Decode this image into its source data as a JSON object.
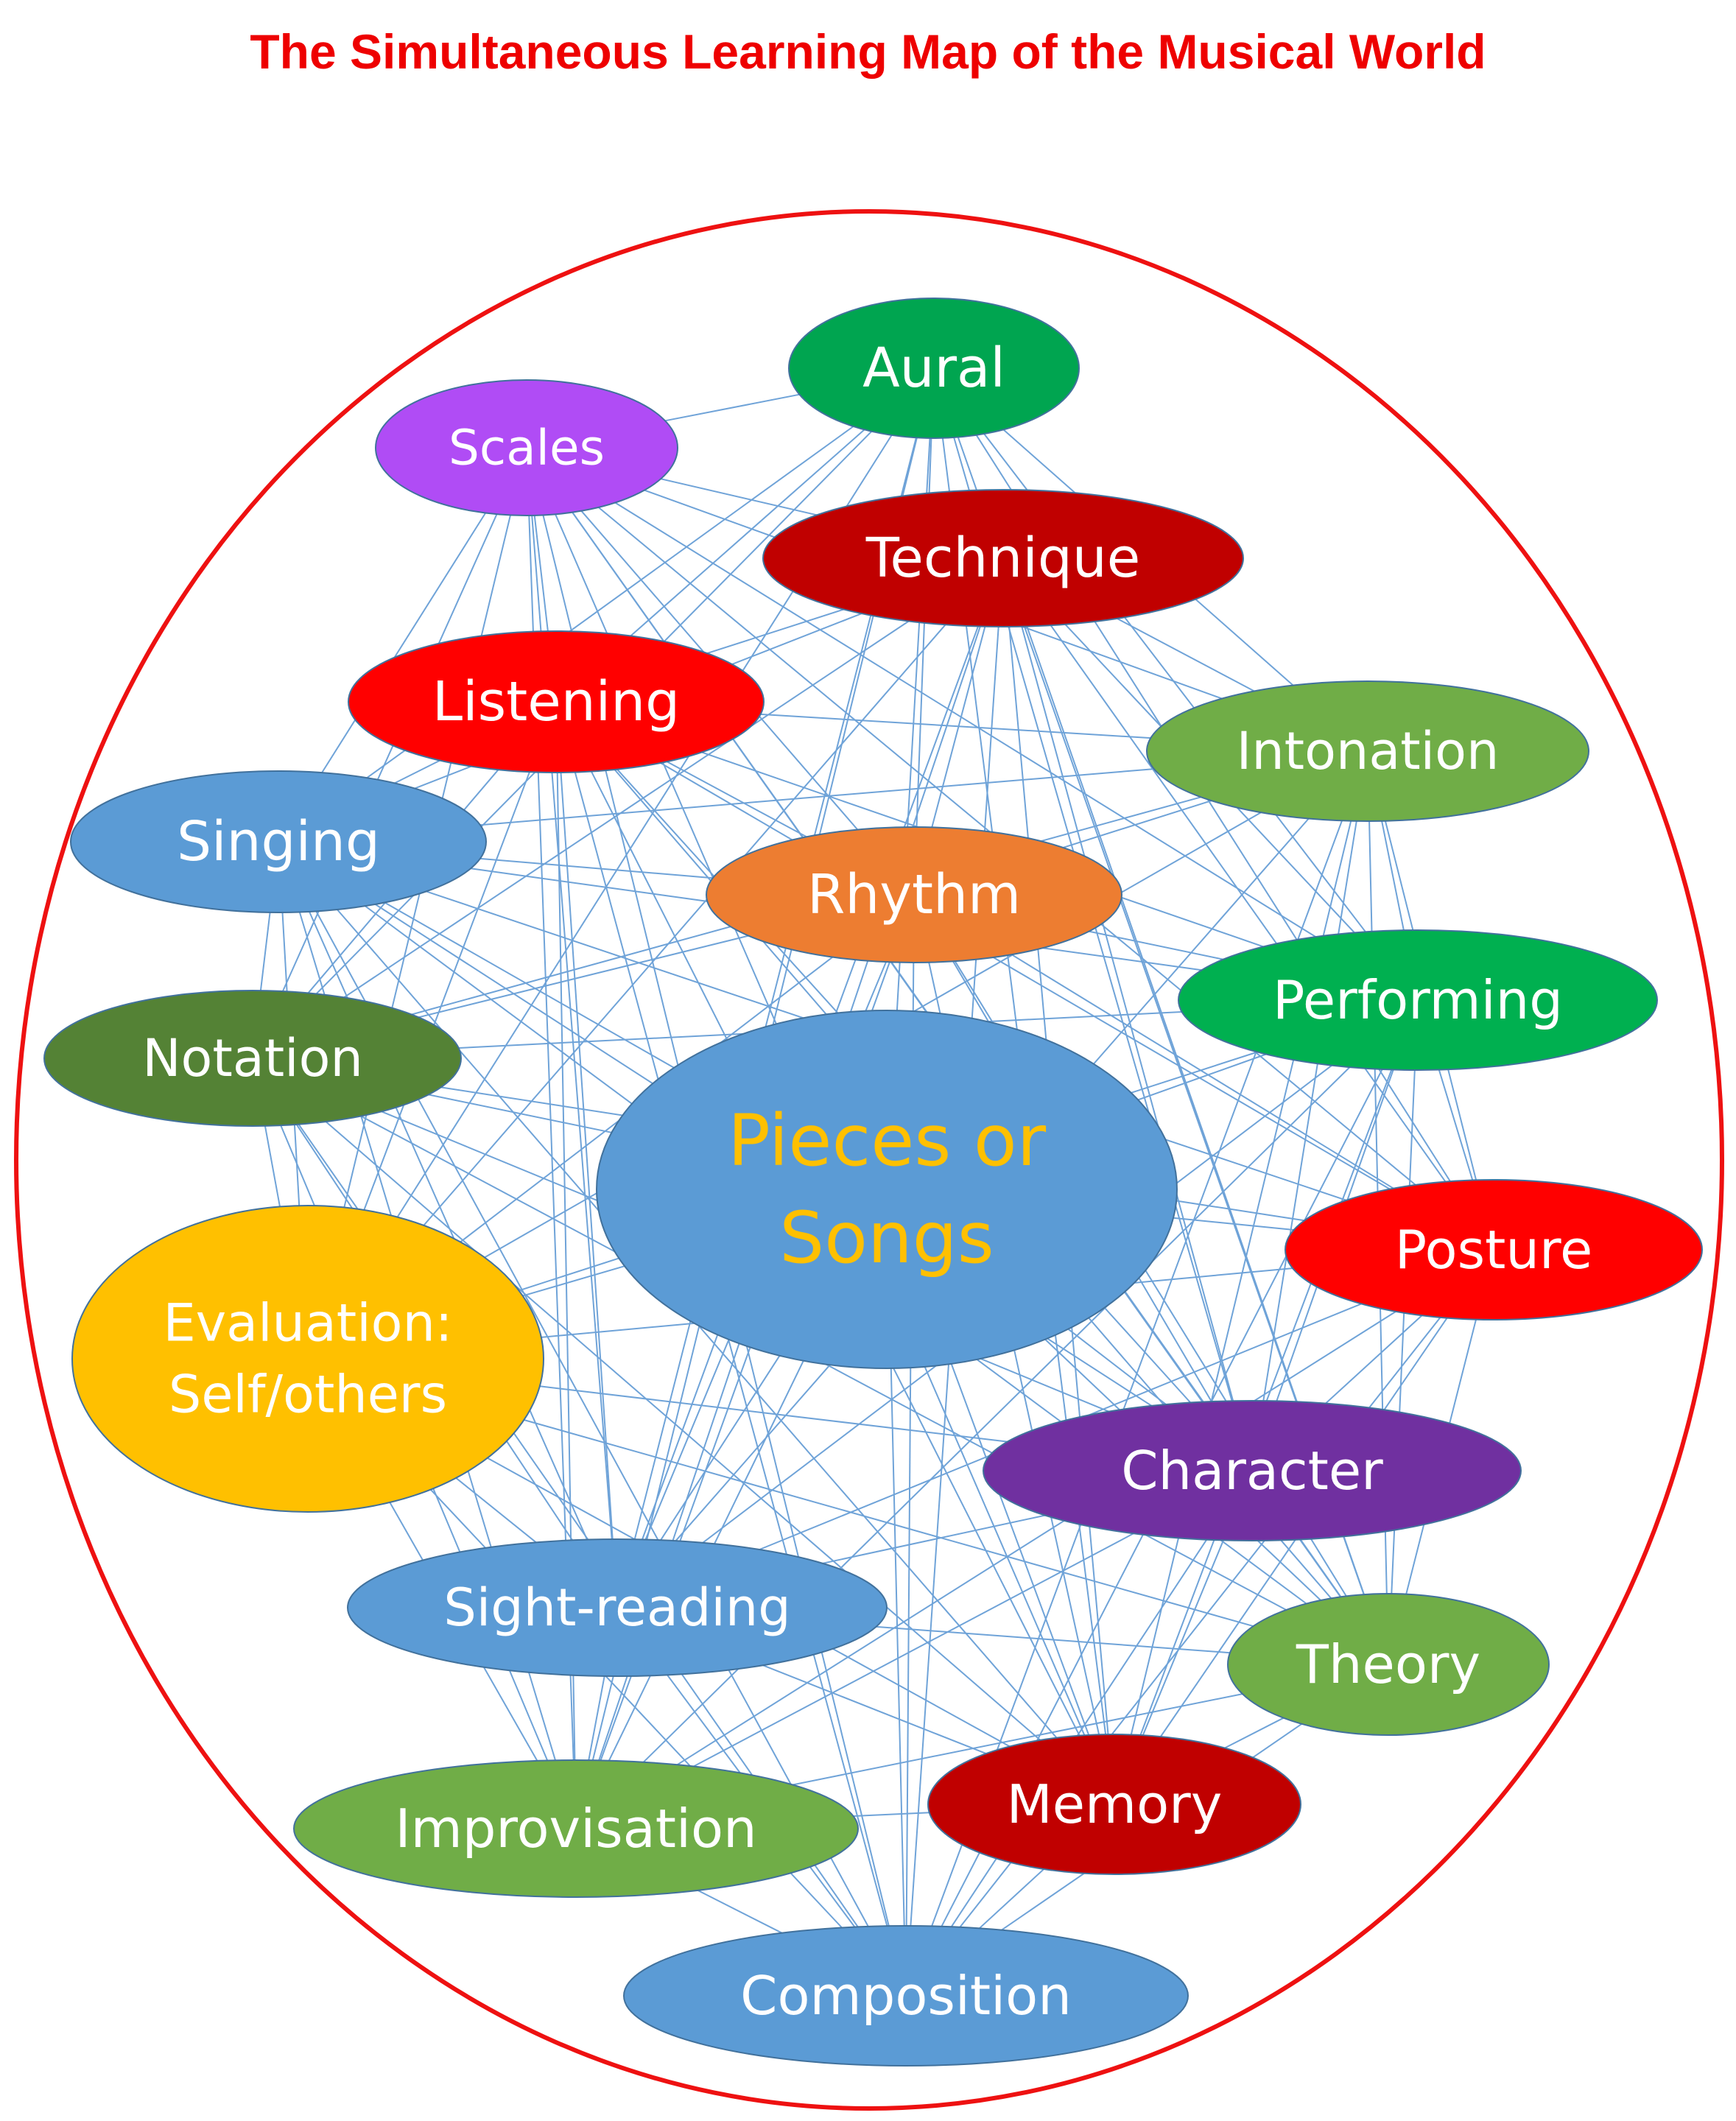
{
  "title": "The Simultaneous Learning Map of the Musical World",
  "colors": {
    "title": "#ee0000",
    "outer_circle": "#ee1111",
    "edges": "#6fa3d8"
  },
  "nodes": [
    {
      "id": "aural",
      "lines": [
        "Aural"
      ],
      "fill": "#00a550",
      "text": "#ffffff"
    },
    {
      "id": "scales",
      "lines": [
        "Scales"
      ],
      "fill": "#b04cf5",
      "text": "#ffffff"
    },
    {
      "id": "technique",
      "lines": [
        "Technique"
      ],
      "fill": "#c00000",
      "text": "#ffffff"
    },
    {
      "id": "listening",
      "lines": [
        "Listening"
      ],
      "fill": "#ff0000",
      "text": "#ffffff"
    },
    {
      "id": "intonation",
      "lines": [
        "Intonation"
      ],
      "fill": "#70ad47",
      "text": "#ffffff"
    },
    {
      "id": "singing",
      "lines": [
        "Singing"
      ],
      "fill": "#5b9bd5",
      "text": "#ffffff"
    },
    {
      "id": "rhythm",
      "lines": [
        "Rhythm"
      ],
      "fill": "#ed7d31",
      "text": "#ffffff"
    },
    {
      "id": "performing",
      "lines": [
        "Performing"
      ],
      "fill": "#00b050",
      "text": "#ffffff"
    },
    {
      "id": "notation",
      "lines": [
        "Notation"
      ],
      "fill": "#548235",
      "text": "#ffffff"
    },
    {
      "id": "pieces",
      "lines": [
        "Pieces or",
        "Songs"
      ],
      "fill": "#5b9bd5",
      "text": "#ffc000"
    },
    {
      "id": "posture",
      "lines": [
        "Posture"
      ],
      "fill": "#ff0000",
      "text": "#ffffff"
    },
    {
      "id": "evaluation",
      "lines": [
        "Evaluation:",
        "Self/others"
      ],
      "fill": "#ffc000",
      "text": "#ffffff"
    },
    {
      "id": "character",
      "lines": [
        "Character"
      ],
      "fill": "#7030a0",
      "text": "#ffffff"
    },
    {
      "id": "sightreading",
      "lines": [
        "Sight-reading"
      ],
      "fill": "#5b9bd5",
      "text": "#ffffff"
    },
    {
      "id": "theory",
      "lines": [
        "Theory"
      ],
      "fill": "#70ad47",
      "text": "#ffffff"
    },
    {
      "id": "improvisation",
      "lines": [
        "Improvisation"
      ],
      "fill": "#70ad47",
      "text": "#ffffff"
    },
    {
      "id": "memory",
      "lines": [
        "Memory"
      ],
      "fill": "#c00000",
      "text": "#ffffff"
    },
    {
      "id": "composition",
      "lines": [
        "Composition"
      ],
      "fill": "#5b9bd5",
      "text": "#ffffff"
    }
  ]
}
